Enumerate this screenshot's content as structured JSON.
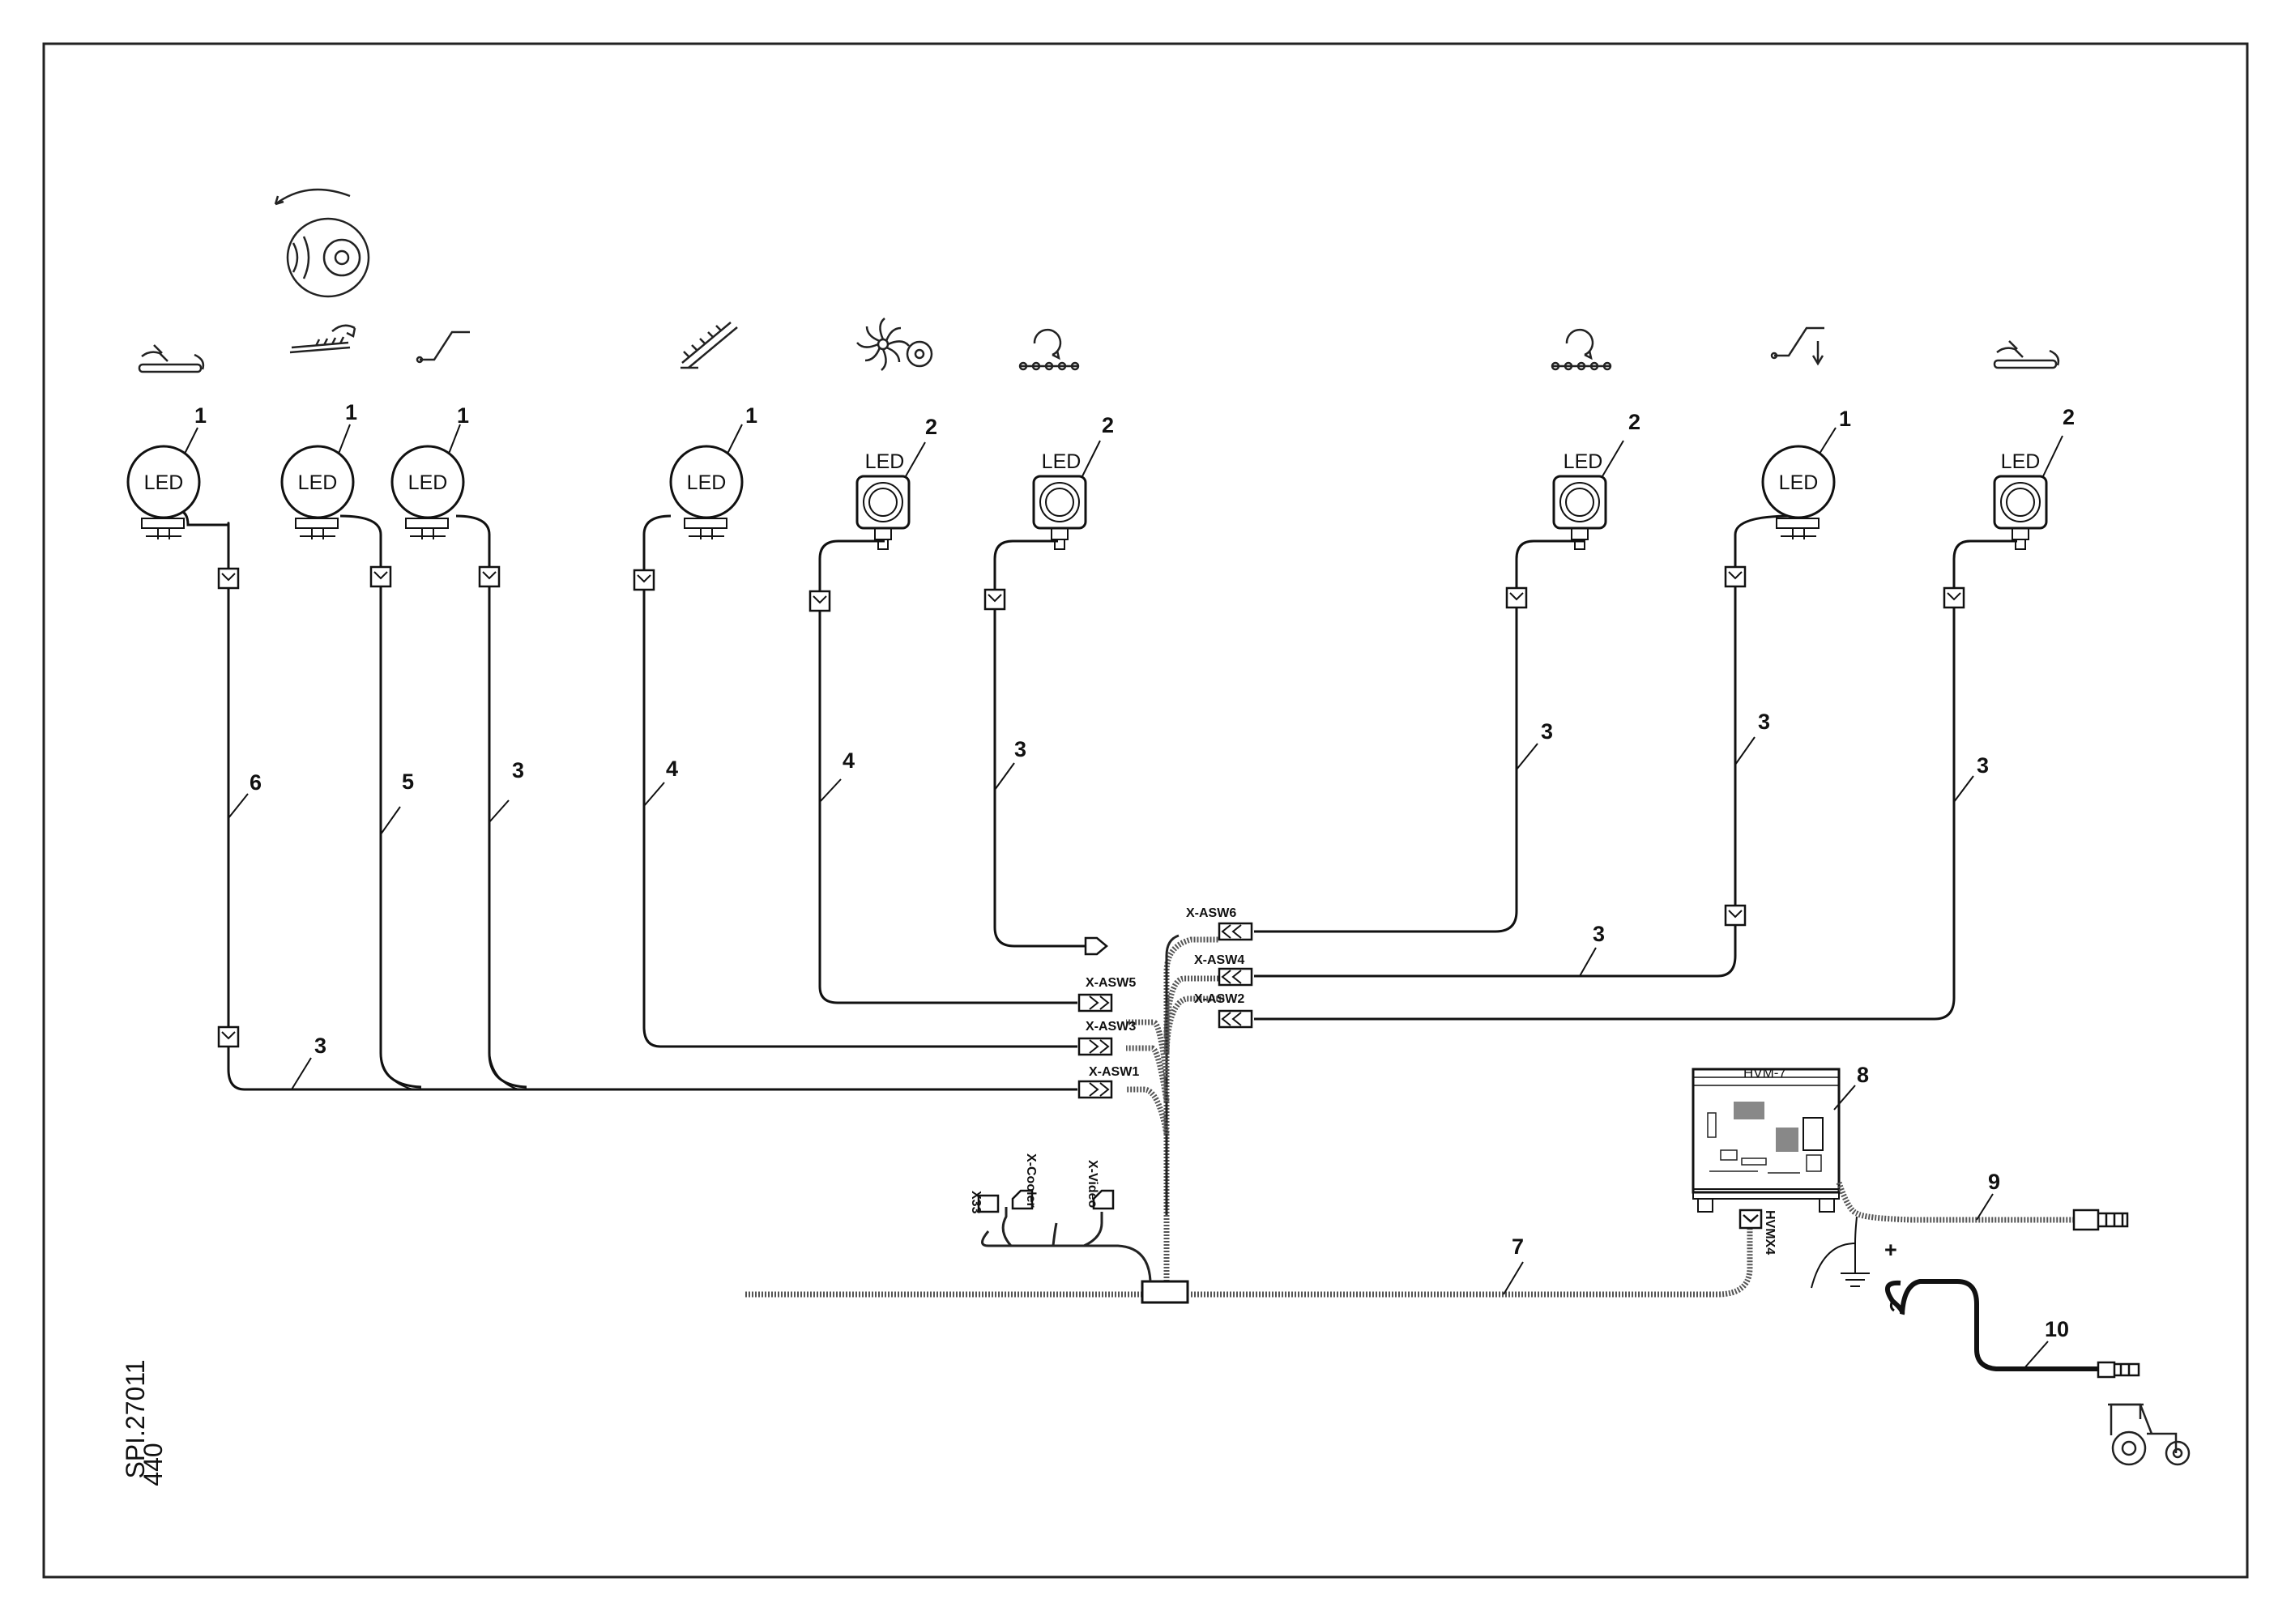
{
  "drawing": {
    "ref_code": "440",
    "drawing_number": "SPI.27011"
  },
  "lamps": [
    {
      "id": "lamp-1",
      "type": "round",
      "label": "LED",
      "callout": "1",
      "cable_callout": "6",
      "symbol": "hand-conveyor-icon"
    },
    {
      "id": "lamp-2",
      "type": "round",
      "label": "LED",
      "callout": "1",
      "cable_callout": "5",
      "symbol": "pickup-rotor-icon"
    },
    {
      "id": "lamp-3",
      "type": "round",
      "label": "LED",
      "callout": "1",
      "cable_callout": "3",
      "symbol": "drawbar-icon"
    },
    {
      "id": "lamp-4",
      "type": "round",
      "label": "LED",
      "callout": "1",
      "cable_callout": "4",
      "symbol": "pickup-incline-icon"
    },
    {
      "id": "lamp-5",
      "type": "square",
      "label": "LED",
      "callout": "2",
      "cable_callout": "4",
      "symbol": "fan-wheel-icon"
    },
    {
      "id": "lamp-6",
      "type": "square",
      "label": "LED",
      "callout": "2",
      "cable_callout": "3",
      "symbol": "rotor-chain-icon"
    },
    {
      "id": "lamp-7",
      "type": "square",
      "label": "LED",
      "callout": "2",
      "cable_callout": "3",
      "symbol": "rotor-chain-icon"
    },
    {
      "id": "lamp-8",
      "type": "round",
      "label": "LED",
      "callout": "1",
      "cable_callout": "3",
      "symbol": "drawbar-down-icon"
    },
    {
      "id": "lamp-9",
      "type": "square",
      "label": "LED",
      "callout": "2",
      "cable_callout": "3",
      "symbol": "hand-conveyor-icon"
    }
  ],
  "connectors": {
    "asw1": "X-ASW1",
    "asw2": "X-ASW2",
    "asw3": "X-ASW3",
    "asw4": "X-ASW4",
    "asw5": "X-ASW5",
    "asw6": "X-ASW6",
    "x33": "X33",
    "cooler": "X-Cooler",
    "video": "X-Video",
    "hvmx4": "HVMX4"
  },
  "module": {
    "name": "HVM-7",
    "callout": "8"
  },
  "callouts": {
    "bus_left": "3",
    "feed_asw4": "3",
    "main_harness": "7",
    "tractor_cable": "9",
    "battery_cable": "10",
    "plus_sign": "+"
  },
  "icons": {
    "bale": "bale-roll-icon",
    "tractor": "tractor-icon",
    "ground": "ground-icon"
  }
}
